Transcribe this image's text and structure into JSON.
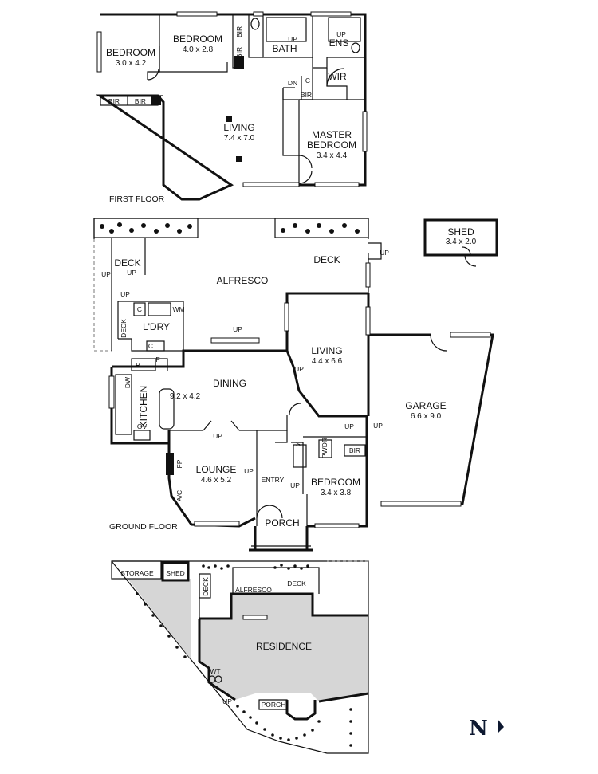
{
  "first_floor": {
    "heading": "FIRST FLOOR",
    "rooms": {
      "bedroom_a": {
        "name": "BEDROOM",
        "size": "3.0 x 4.2"
      },
      "bedroom_b": {
        "name": "BEDROOM",
        "size": "4.0 x 2.8"
      },
      "living": {
        "name": "LIVING",
        "size": "7.4 x 7.0"
      },
      "master_line1": "MASTER",
      "master_line2": "BEDROOM",
      "master_size": "3.4 x 4.4"
    },
    "labels": {
      "bath": "BATH",
      "ens": "ENS",
      "wir": "WIR",
      "bir": "BIR",
      "c": "C",
      "up": "UP",
      "dn": "DN"
    }
  },
  "ground_floor": {
    "heading": "GROUND FLOOR",
    "rooms": {
      "alfresco": "ALFRESCO",
      "deck": "DECK",
      "living": {
        "name": "LIVING",
        "size": "4.4 x 6.6"
      },
      "dining": {
        "name": "DINING",
        "size": "9.2 x 4.2"
      },
      "kitchen": "KITCHEN",
      "laundry": "L'DRY",
      "lounge": {
        "name": "LOUNGE",
        "size": "4.6 x 5.2"
      },
      "entry": "ENTRY",
      "porch": "PORCH",
      "bedroom": {
        "name": "BEDROOM",
        "size": "3.4 x 3.8"
      },
      "garage": {
        "name": "GARAGE",
        "size": "6.6 x 9.0"
      },
      "shed": {
        "name": "SHED",
        "size": "3.4 x 2.0"
      }
    },
    "labels": {
      "up": "UP",
      "c": "C",
      "wm": "WM",
      "p": "P",
      "f": "F",
      "dw": "DW",
      "ov": "OV",
      "fp": "FP",
      "ac": "A/C",
      "s": "S",
      "pwdr": "PWDR",
      "bir": "BIR"
    }
  },
  "site": {
    "storage": "STORAGE",
    "shed": "SHED",
    "deck": "DECK",
    "alfresco": "ALFRESCO",
    "residence": "RESIDENCE",
    "wt": "WT",
    "up": "UP",
    "porch": "PORCH"
  },
  "north_label": "N",
  "colors": {
    "wall": "#111111",
    "site_shade": "#d6d6d6",
    "north": "#0d1830"
  }
}
